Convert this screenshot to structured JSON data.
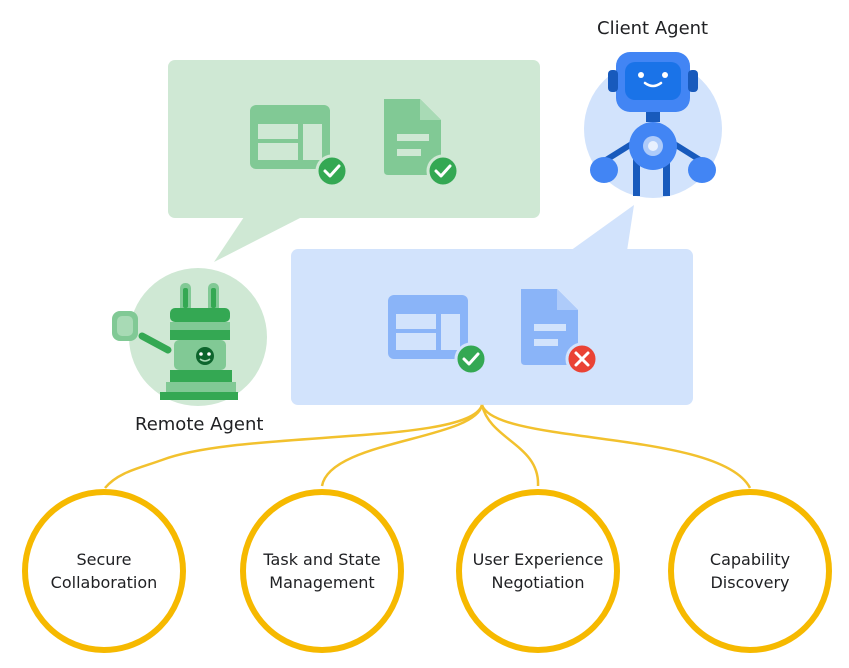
{
  "agents": {
    "client": {
      "label": "Client Agent",
      "icon": "robot-icon"
    },
    "remote": {
      "label": "Remote Agent",
      "icon": "bunny-robot-icon"
    }
  },
  "remote_bubble": {
    "items": [
      {
        "icon": "layout-icon",
        "status": "success"
      },
      {
        "icon": "document-icon",
        "status": "success"
      }
    ]
  },
  "client_bubble": {
    "items": [
      {
        "icon": "layout-icon",
        "status": "success"
      },
      {
        "icon": "document-icon",
        "status": "error"
      }
    ]
  },
  "capabilities": [
    {
      "line1": "Secure",
      "line2": "Collaboration"
    },
    {
      "line1": "Task and State",
      "line2": "Management"
    },
    {
      "line1": "User Experience",
      "line2": "Negotiation"
    },
    {
      "line1": "Capability",
      "line2": "Discovery"
    }
  ],
  "colors": {
    "green_bubble": "#cfe8d4",
    "green_icon": "#81c995",
    "green_check": "#34a853",
    "blue_bubble": "#d2e3fc",
    "blue_icon": "#8ab4f8",
    "red_x": "#ea4335",
    "ring": "#fbc02d"
  }
}
